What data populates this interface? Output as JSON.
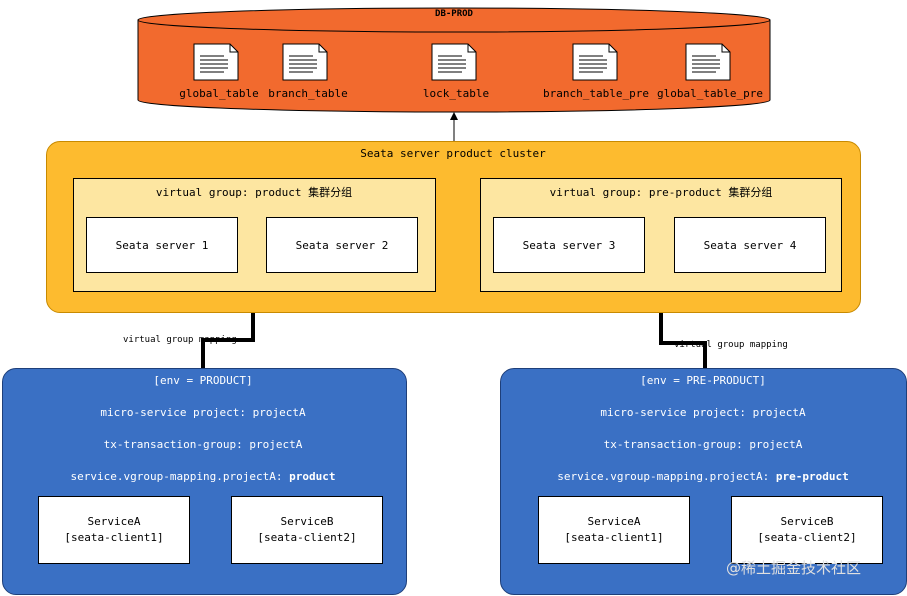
{
  "database": {
    "title": "DB-PROD",
    "tables": [
      {
        "name": "global_table"
      },
      {
        "name": "branch_table"
      },
      {
        "name": "lock_table"
      },
      {
        "name": "branch_table_pre"
      },
      {
        "name": "global_table_pre"
      }
    ]
  },
  "cluster": {
    "title": "Seata server product cluster",
    "groups": [
      {
        "label": "virtual group: product 集群分组",
        "servers": [
          "Seata server 1",
          "Seata server 2"
        ]
      },
      {
        "label": "virtual group: pre-product 集群分组",
        "servers": [
          "Seata server 3",
          "Seata server 4"
        ]
      }
    ]
  },
  "mappings": [
    {
      "label": "virtual group mapping"
    },
    {
      "label": "virtual group mapping"
    }
  ],
  "environments": [
    {
      "env": "[env = PRODUCT]",
      "project": "micro-service project: projectA",
      "tx_group": "tx-transaction-group: projectA",
      "vgroup_prefix": "service.vgroup-mapping.projectA:",
      "vgroup_value": "product",
      "services": [
        {
          "name": "ServiceA",
          "client": "[seata-client1]"
        },
        {
          "name": "ServiceB",
          "client": "[seata-client2]"
        }
      ]
    },
    {
      "env": "[env = PRE-PRODUCT]",
      "project": "micro-service project: projectA",
      "tx_group": "tx-transaction-group: projectA",
      "vgroup_prefix": "service.vgroup-mapping.projectA:",
      "vgroup_value": "pre-product",
      "services": [
        {
          "name": "ServiceA",
          "client": "[seata-client1]"
        },
        {
          "name": "ServiceB",
          "client": "[seata-client2]"
        }
      ]
    }
  ],
  "watermark": "@稀土掘金技术社区",
  "colors": {
    "database": "#f26a2e",
    "cluster": "#fdbb2f",
    "group": "#fde6a1",
    "environment": "#3a70c4"
  }
}
